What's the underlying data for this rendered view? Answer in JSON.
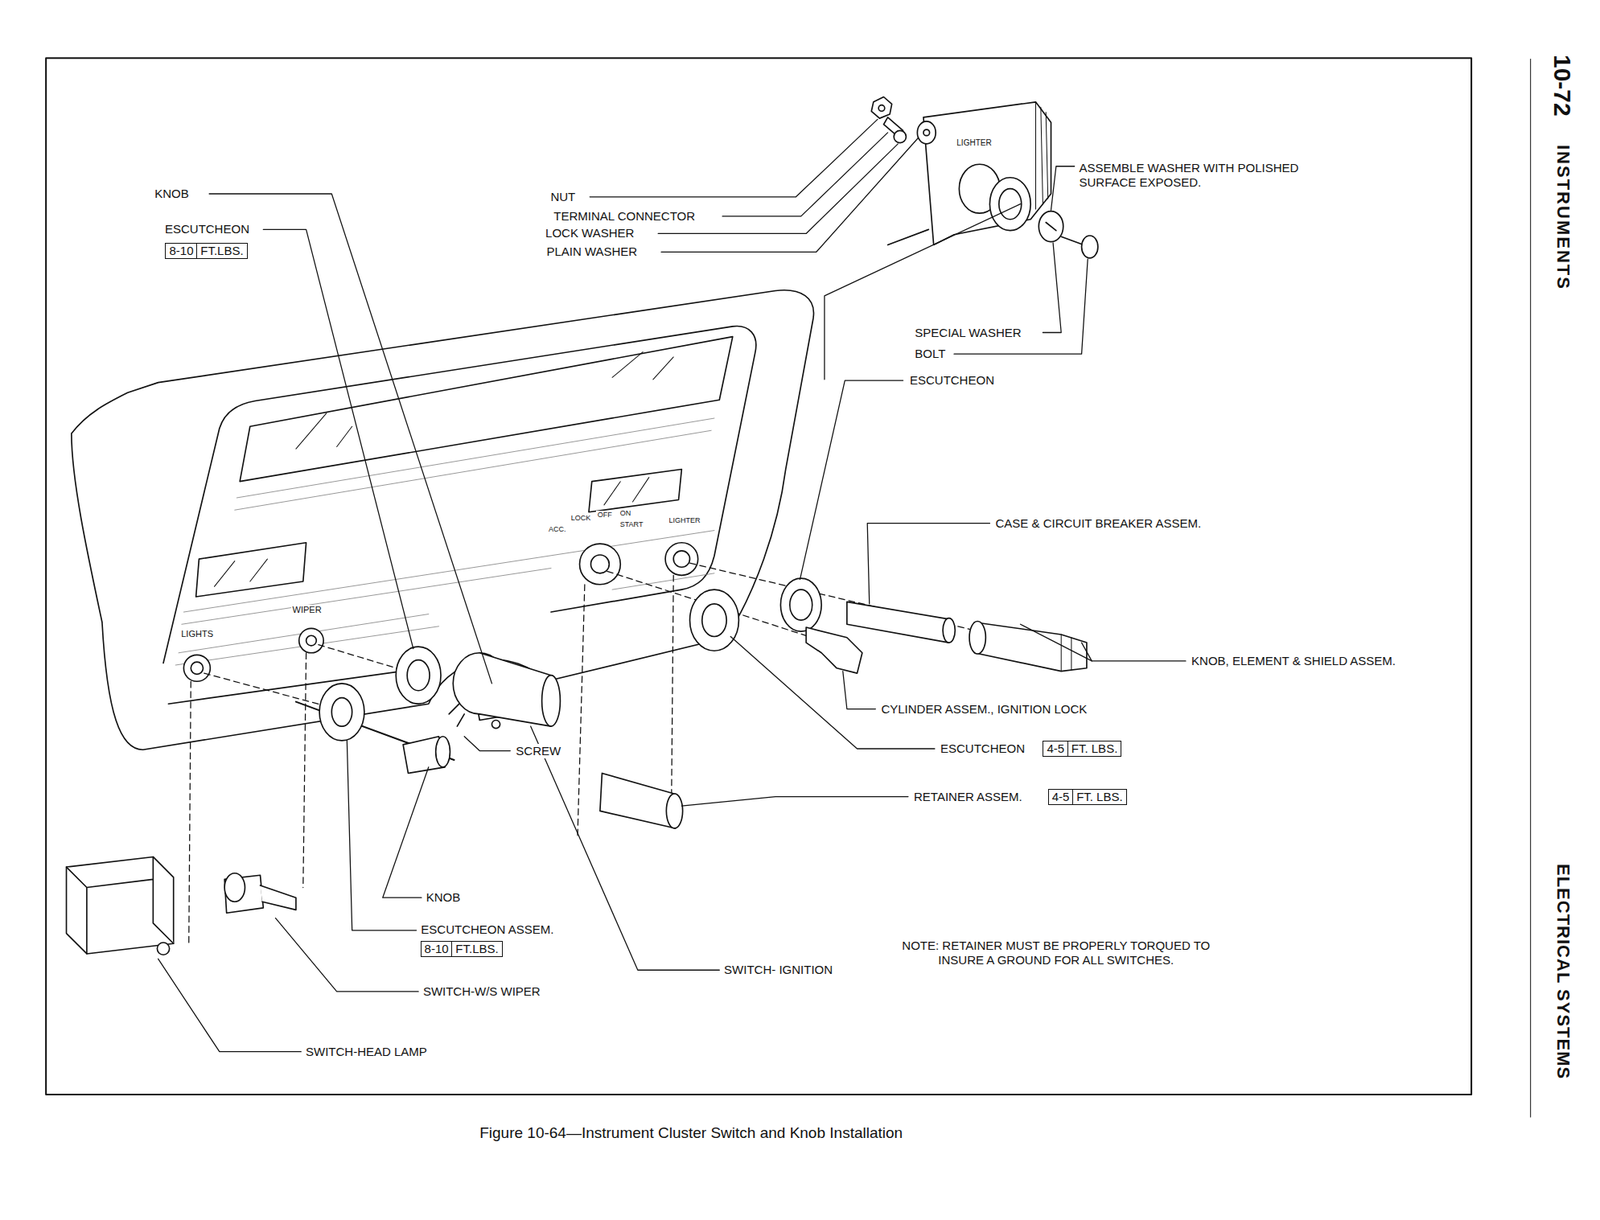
{
  "diagram": {
    "caption": "Figure 10-64—Instrument Cluster Switch and Knob Installation",
    "labels": [
      "10-72",
      "INSTRUMENTS",
      "ELECTRICAL SYSTEMS",
      "KNOB",
      "ESCUTCHEON",
      "8-10",
      "FT.LBS.",
      "NUT",
      "TERMINAL CONNECTOR",
      "LOCK WASHER",
      "PLAIN WASHER",
      "LIGHTER",
      "ASSEMBLE WASHER WITH POLISHED SURFACE EXPOSED.",
      "SPECIAL WASHER",
      "BOLT",
      "ESCUTCHEON",
      "LIGHTS",
      "WIPER",
      "LOCK",
      "ACC.",
      "OFF",
      "ON",
      "START",
      "LIGHTER",
      "CASE & CIRCUIT BREAKER ASSEM.",
      "KNOB, ELEMENT & SHIELD ASSEM.",
      "CYLINDER ASSEM., IGNITION LOCK",
      "ESCUTCHEON",
      "4-5",
      "FT. LBS.",
      "SCREW",
      "RETAINER ASSEM.",
      "4-5",
      "FT. LBS.",
      "KNOB",
      "ESCUTCHEON ASSEM.",
      "8-10",
      "FT.LBS.",
      "SWITCH- IGNITION",
      "NOTE: RETAINER MUST BE PROPERLY TORQUED TO INSURE A GROUND FOR ALL SWITCHES.",
      "SWITCH-W/S WIPER",
      "SWITCH-HEAD LAMP"
    ]
  }
}
